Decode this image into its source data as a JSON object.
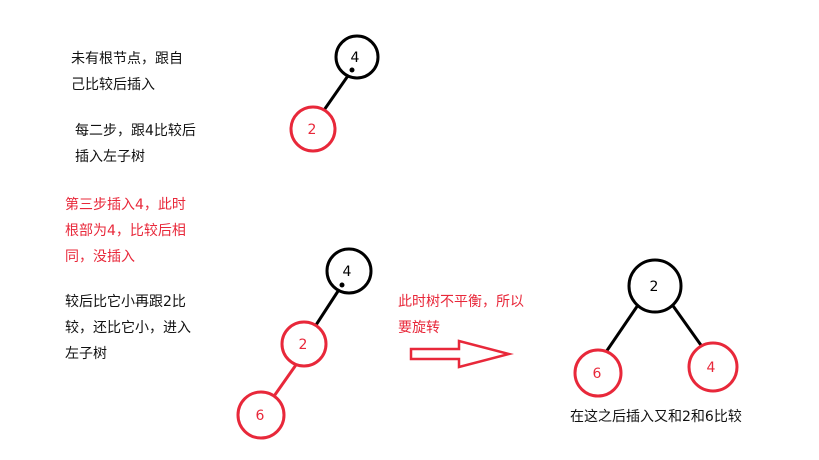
{
  "notes": {
    "step1": [
      "未有根节点，跟自",
      "己比较后插入"
    ],
    "step2": [
      "每二步，跟4比较后",
      "插入左子树"
    ],
    "step3": [
      "第三步插入4，此时",
      "根部为4，比较后相",
      "同，没插入"
    ],
    "step4": [
      "较后比它小再跟2比",
      "较，还比它小，进入",
      "左子树"
    ],
    "arrow_label": [
      "此时树不平衡，所以",
      "要旋转"
    ],
    "result_caption": "在这之后插入又和2和6比较"
  },
  "tree1": {
    "root": "4",
    "left": "2"
  },
  "tree2": {
    "root": "4",
    "left": "2",
    "left_left": "6"
  },
  "tree3": {
    "root": "2",
    "left": "6",
    "right": "4"
  },
  "colors": {
    "black": "#000000",
    "red": "#e8283a",
    "text_red": "#e8283a",
    "arrow": "#e8283a"
  }
}
